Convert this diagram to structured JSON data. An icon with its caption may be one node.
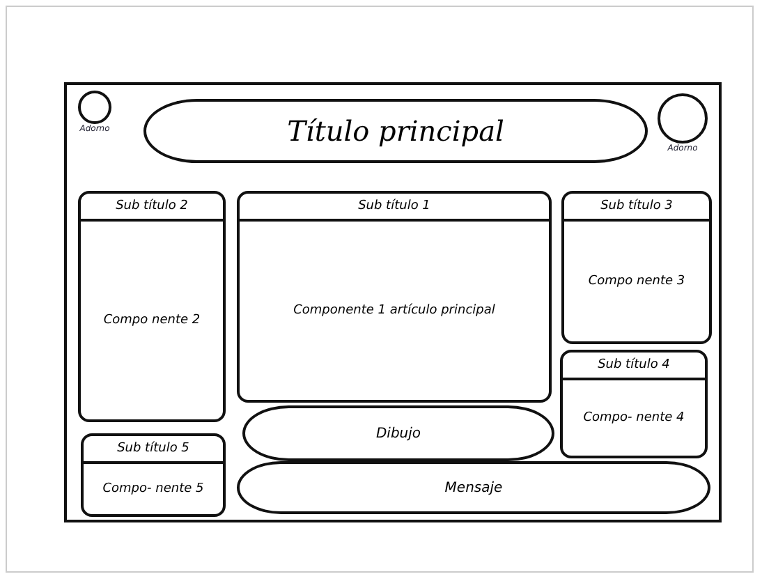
{
  "diagram": {
    "nodes": [
      {
        "text": [],
        "shape": "box"
      },
      {
        "text": [
          "Adorno"
        ],
        "in": 0
      },
      {
        "text": [
          "Título principal"
        ],
        "in": 0
      },
      {
        "text": [
          "Adorno"
        ],
        "in": 0
      },
      {
        "text": [
          "Sub título 2",
          "Compo nente 2"
        ],
        "in": 0
      },
      {
        "text": [
          "Sub título 1",
          "Componente 1 artículo principal"
        ],
        "in": 0
      },
      {
        "text": [
          "Sub título 3",
          "Compo nente 3"
        ],
        "in": 0
      },
      {
        "text": [
          "Sub título 4",
          "Compo- nente 4"
        ],
        "in": 0
      },
      {
        "text": [
          "Dibujo"
        ],
        "in": 0
      },
      {
        "text": [
          "Sub título 5",
          "Compo- nente 5"
        ],
        "in": 0
      },
      {
        "text": [
          "Mensaje"
        ],
        "in": 0
      }
    ]
  }
}
